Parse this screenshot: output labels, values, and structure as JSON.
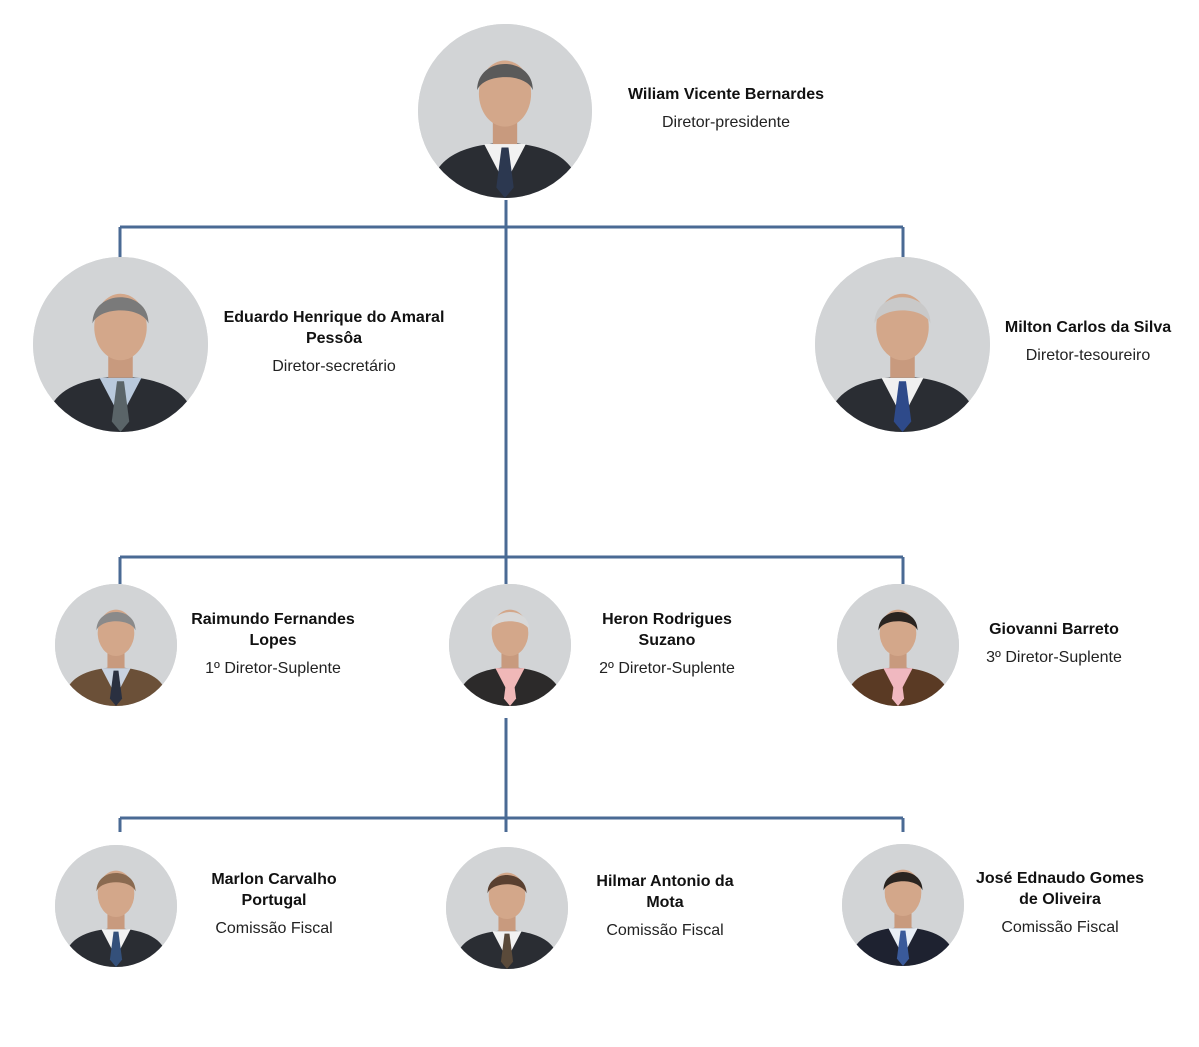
{
  "colors": {
    "connector": "#4a6a94",
    "photo_background": "#d2d4d6"
  },
  "members": {
    "president": {
      "name": "Wiliam Vicente Bernardes",
      "role": "Diretor-presidente",
      "icon": "person-photo-icon",
      "jacket": "#2a2d33",
      "shirt": "#f2f2f2",
      "tie": "#2c3850",
      "hair": "#5a5a5a"
    },
    "secretary": {
      "name": "Eduardo Henrique do Amaral Pessôa",
      "role": "Diretor-secretário",
      "icon": "person-photo-icon",
      "jacket": "#2a2d33",
      "shirt": "#b9c9dc",
      "tie": "#5a6468",
      "hair": "#7a7a7a"
    },
    "treasurer": {
      "name": "Milton Carlos da Silva",
      "role": "Diretor-tesoureiro",
      "icon": "person-photo-icon",
      "jacket": "#2a2d33",
      "shirt": "#f0f0f0",
      "tie": "#2e4a8a",
      "hair": "#c9c9c9"
    },
    "alternate_1": {
      "name": "Raimundo Fernandes Lopes",
      "role": "1º Diretor-Suplente",
      "icon": "person-photo-icon",
      "jacket": "#6b5038",
      "shirt": "#c8d2e0",
      "tie": "#2a3040",
      "hair": "#8a8a8a"
    },
    "alternate_2": {
      "name": "Heron Rodrigues Suzano",
      "role": "2º Diretor-Suplente",
      "icon": "person-photo-icon",
      "jacket": "#2c2a2a",
      "shirt": "#f0b8b8",
      "tie": "#f0b8b8",
      "hair": "#d8d8d8"
    },
    "alternate_3": {
      "name": "Giovanni Barreto",
      "role": "3º Diretor-Suplente",
      "icon": "person-photo-icon",
      "jacket": "#5a3a24",
      "shirt": "#f0b8c0",
      "tie": "#f0b8c0",
      "hair": "#2a2420"
    },
    "fiscal_1": {
      "name": "Marlon Carvalho Portugal",
      "role": "Comissão Fiscal",
      "icon": "person-photo-icon",
      "jacket": "#2a2d33",
      "shirt": "#f2f2f2",
      "tie": "#34507a",
      "hair": "#8a6a50"
    },
    "fiscal_2": {
      "name": "Hilmar Antonio da Mota",
      "role": "Comissão Fiscal",
      "icon": "person-photo-icon",
      "jacket": "#2a2d33",
      "shirt": "#f2f2f2",
      "tie": "#5a4a3a",
      "hair": "#5a4030"
    },
    "fiscal_3": {
      "name": "José Ednaudo Gomes de Oliveira",
      "role": "Comissão Fiscal",
      "icon": "person-photo-icon",
      "jacket": "#1e2230",
      "shirt": "#e8eef6",
      "tie": "#3a5a9a",
      "hair": "#2a2420"
    }
  }
}
